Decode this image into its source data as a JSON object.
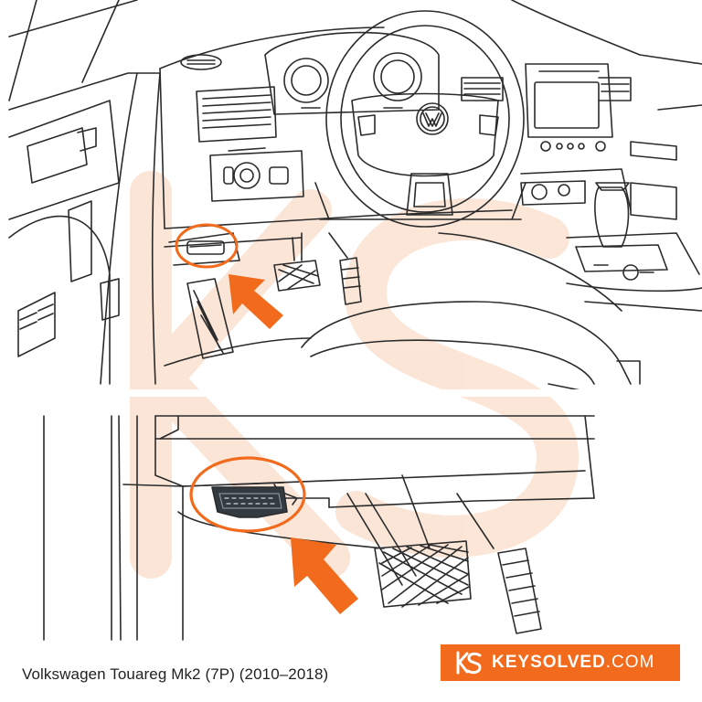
{
  "caption": "Volkswagen Touareg Mk2 (7P) (2010–2018)",
  "brand": {
    "name": "KEYSOLVED",
    "domain": ".COM",
    "logo_text": "KS"
  },
  "colors": {
    "accent": "#f26a1b",
    "watermark": "#fbe3d3",
    "line": "#2b2b2b",
    "background": "#ffffff"
  },
  "icons": [
    "vw-logo-icon",
    "obd-port-icon",
    "arrow-icon",
    "ks-logo-icon"
  ]
}
